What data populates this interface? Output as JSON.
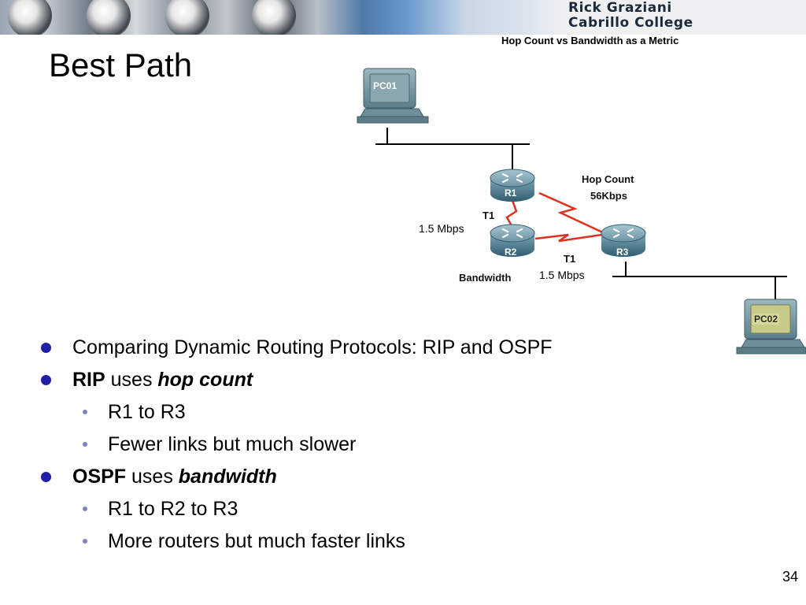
{
  "banner": {
    "name_line1": "Rick Graziani",
    "name_line2": "Cabrillo College"
  },
  "slide": {
    "title": "Best Path",
    "page_number": "34"
  },
  "diagram": {
    "title": "Hop Count vs Bandwidth as a Metric",
    "pc1": "PC01",
    "pc2": "PC02",
    "r1": "R1",
    "r2": "R2",
    "r3": "R3",
    "hop_count_label": "Hop Count",
    "slow_link_speed": "56Kbps",
    "t1_r1_r2": "T1",
    "t1_r2_r3": "T1",
    "speed_r1_r2": "1.5 Mbps",
    "speed_r2_r3": "1.5 Mbps",
    "bandwidth_label": "Bandwidth",
    "serial_link_color": "#e03020"
  },
  "bullets": [
    {
      "level": 1,
      "parts": [
        {
          "style": "normal",
          "text": "Comparing Dynamic Routing Protocols: RIP and OSPF"
        }
      ]
    },
    {
      "level": 1,
      "parts": [
        {
          "style": "bold",
          "text": "RIP"
        },
        {
          "style": "normal",
          "text": " uses "
        },
        {
          "style": "bold-italic",
          "text": "hop count"
        }
      ]
    },
    {
      "level": 2,
      "parts": [
        {
          "style": "normal",
          "text": "R1 to R3"
        }
      ]
    },
    {
      "level": 2,
      "parts": [
        {
          "style": "normal",
          "text": "Fewer links but much slower"
        }
      ]
    },
    {
      "level": 1,
      "parts": [
        {
          "style": "bold",
          "text": "OSPF"
        },
        {
          "style": "normal",
          "text": " uses "
        },
        {
          "style": "bold-italic",
          "text": "bandwidth"
        }
      ]
    },
    {
      "level": 2,
      "parts": [
        {
          "style": "normal",
          "text": "R1 to R2 to R3"
        }
      ]
    },
    {
      "level": 2,
      "parts": [
        {
          "style": "normal",
          "text": "More routers but much faster links"
        }
      ]
    }
  ],
  "colors": {
    "level1_bullet": "#1f1fa8",
    "level2_bullet": "#8080c8"
  }
}
